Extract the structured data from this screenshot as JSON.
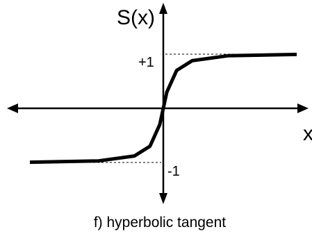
{
  "figure": {
    "y_axis_label": "S(x)",
    "x_axis_label": "x",
    "upper_asymptote_label": "+1",
    "lower_asymptote_label": "-1",
    "caption": "f) hyperbolic tangent"
  },
  "chart_data": {
    "type": "line",
    "series": [
      {
        "x": [
          -3.0,
          -1.45,
          -0.65,
          -0.3,
          -0.08,
          0.0,
          0.08,
          0.3,
          0.65,
          1.45,
          3.0
        ],
        "y": [
          -0.995,
          -0.97,
          -0.88,
          -0.7,
          -0.3,
          0.0,
          0.3,
          0.7,
          0.88,
          0.97,
          0.995
        ]
      }
    ],
    "asymptotes": [
      1,
      -1
    ],
    "xlim": [
      -3.4,
      3.4
    ],
    "ylim": [
      -1.3,
      1.3
    ],
    "grid": false,
    "style": {
      "curve_color": "#000000",
      "axis_color": "#000000"
    }
  }
}
